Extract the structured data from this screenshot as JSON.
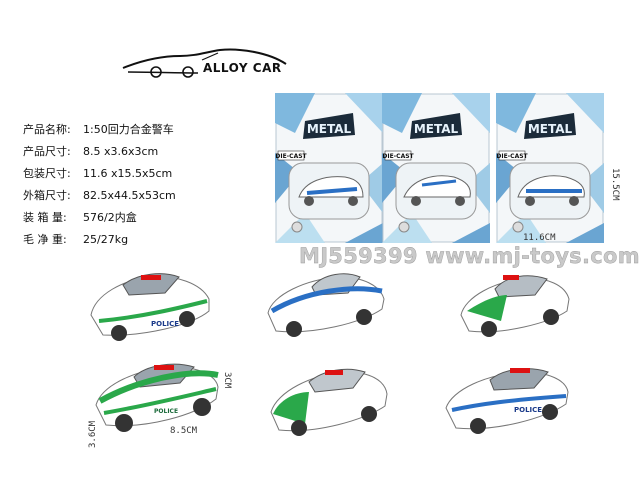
{
  "logo": {
    "text": "ALLOY CAR",
    "icon": "car-silhouette-icon"
  },
  "specs": [
    {
      "key": "产品名称:",
      "value": "1:50回力合金警车"
    },
    {
      "key": "产品尺寸:",
      "value": "8.5 x3.6x3cm"
    },
    {
      "key": "包装尺寸:",
      "value": "11.6 x15.5x5cm"
    },
    {
      "key": "外箱尺寸:",
      "value": "82.5x44.5x53cm"
    },
    {
      "key": "装 箱 量:",
      "value": "576/2内盒"
    },
    {
      "key": "毛 净 重:",
      "value": "25/27kg"
    }
  ],
  "packages": [
    {
      "badge": "METAL",
      "tag": "DIE-CAST",
      "stripe": "#2a6fc4"
    },
    {
      "badge": "METAL",
      "tag": "DIE-CAST",
      "stripe": "#2a6fc4"
    },
    {
      "badge": "METAL",
      "tag": "DIE-CAST",
      "stripe": "#2a6fc4"
    }
  ],
  "watermark": "MJ559399 www.mj-toys.com",
  "dimensions": {
    "package_height": "15.5CM",
    "package_width": "11.6CM",
    "car_height": "3CM",
    "car_length": "8.5CM",
    "car_width": "3.6CM"
  },
  "cars": [
    {
      "label": "POLICE",
      "color": "#2aa84a"
    },
    {
      "label": "",
      "color": "#2a6fc4"
    },
    {
      "label": "",
      "color": "#2aa84a"
    },
    {
      "label": "POLICE",
      "color": "#2aa84a"
    },
    {
      "label": "",
      "color": "#2aa84a"
    },
    {
      "label": "POLICE",
      "color": "#2a6fc4"
    }
  ]
}
